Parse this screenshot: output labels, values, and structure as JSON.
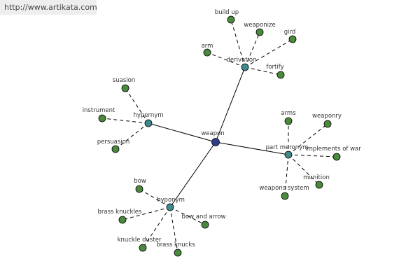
{
  "source_url": "http://www.artikata.com",
  "colors": {
    "root": "#2f3f86",
    "hub": "#3f8a8a",
    "leaf": "#4a8a3c",
    "edge": "#000000"
  },
  "graph": {
    "root": {
      "id": "root",
      "label": "weapon"
    },
    "hubs": [
      {
        "id": "derivation",
        "label": "derivation",
        "leaves": [
          {
            "id": "build-up",
            "label": "build up"
          },
          {
            "id": "weaponize",
            "label": "weaponize"
          },
          {
            "id": "gird",
            "label": "gird"
          },
          {
            "id": "arm",
            "label": "arm"
          },
          {
            "id": "fortify",
            "label": "fortify"
          }
        ]
      },
      {
        "id": "hypernym",
        "label": "hypernym",
        "leaves": [
          {
            "id": "suasion",
            "label": "suasion"
          },
          {
            "id": "instrument",
            "label": "instrument"
          },
          {
            "id": "persuasion",
            "label": "persuasion"
          }
        ]
      },
      {
        "id": "part-meronym",
        "label": "part meronym",
        "leaves": [
          {
            "id": "arms",
            "label": "arms"
          },
          {
            "id": "weaponry",
            "label": "weaponry"
          },
          {
            "id": "implements-of-war",
            "label": "implements of war"
          },
          {
            "id": "munition",
            "label": "munition"
          },
          {
            "id": "weapons-system",
            "label": "weapons system"
          }
        ]
      },
      {
        "id": "hyponym",
        "label": "hyponym",
        "leaves": [
          {
            "id": "bow",
            "label": "bow"
          },
          {
            "id": "brass-knuckles",
            "label": "brass knuckles"
          },
          {
            "id": "bow-and-arrow",
            "label": "bow and arrow"
          },
          {
            "id": "knuckle-duster",
            "label": "knuckle duster"
          },
          {
            "id": "brass-knucks",
            "label": "brass knucks"
          }
        ]
      }
    ]
  }
}
